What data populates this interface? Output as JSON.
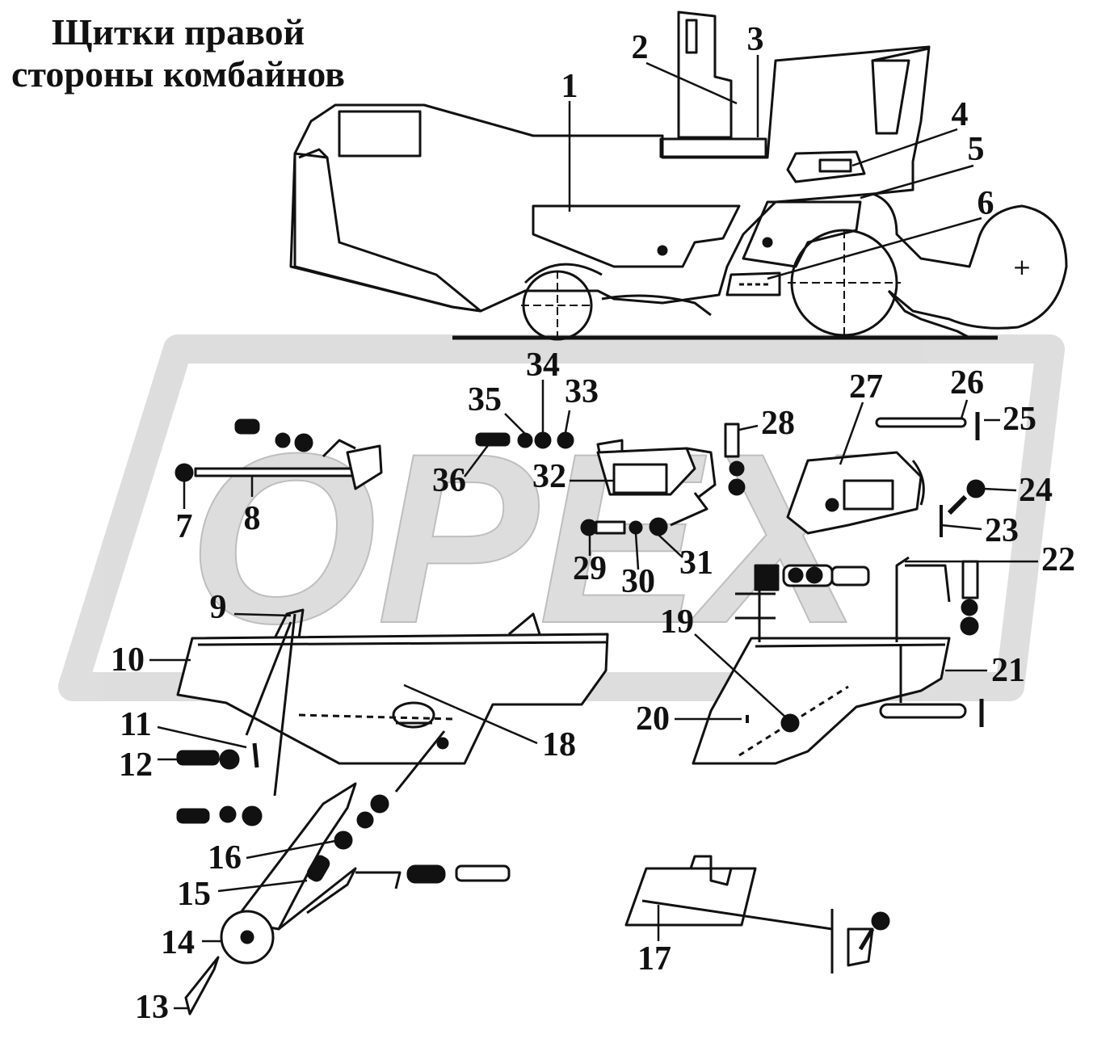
{
  "title": {
    "line1": "Щитки правой",
    "line2": "стороны комбайнов"
  },
  "watermark": {
    "text": "ОРЕХ",
    "color": "#d9d9d9"
  },
  "callouts": [
    {
      "id": "1",
      "label": "1"
    },
    {
      "id": "2",
      "label": "2"
    },
    {
      "id": "3",
      "label": "3"
    },
    {
      "id": "4",
      "label": "4"
    },
    {
      "id": "5",
      "label": "5"
    },
    {
      "id": "6",
      "label": "6"
    },
    {
      "id": "7",
      "label": "7"
    },
    {
      "id": "8",
      "label": "8"
    },
    {
      "id": "9",
      "label": "9"
    },
    {
      "id": "10",
      "label": "10"
    },
    {
      "id": "11",
      "label": "11"
    },
    {
      "id": "12",
      "label": "12"
    },
    {
      "id": "13",
      "label": "13"
    },
    {
      "id": "14",
      "label": "14"
    },
    {
      "id": "15",
      "label": "15"
    },
    {
      "id": "16",
      "label": "16"
    },
    {
      "id": "17",
      "label": "17"
    },
    {
      "id": "18",
      "label": "18"
    },
    {
      "id": "19",
      "label": "19"
    },
    {
      "id": "20",
      "label": "20"
    },
    {
      "id": "21",
      "label": "21"
    },
    {
      "id": "22",
      "label": "22"
    },
    {
      "id": "23",
      "label": "23"
    },
    {
      "id": "24",
      "label": "24"
    },
    {
      "id": "25",
      "label": "25"
    },
    {
      "id": "26",
      "label": "26"
    },
    {
      "id": "27",
      "label": "27"
    },
    {
      "id": "28",
      "label": "28"
    },
    {
      "id": "29",
      "label": "29"
    },
    {
      "id": "30",
      "label": "30"
    },
    {
      "id": "31",
      "label": "31"
    },
    {
      "id": "32",
      "label": "32"
    },
    {
      "id": "33",
      "label": "33"
    },
    {
      "id": "34",
      "label": "34"
    },
    {
      "id": "35",
      "label": "35"
    },
    {
      "id": "36",
      "label": "36"
    }
  ]
}
